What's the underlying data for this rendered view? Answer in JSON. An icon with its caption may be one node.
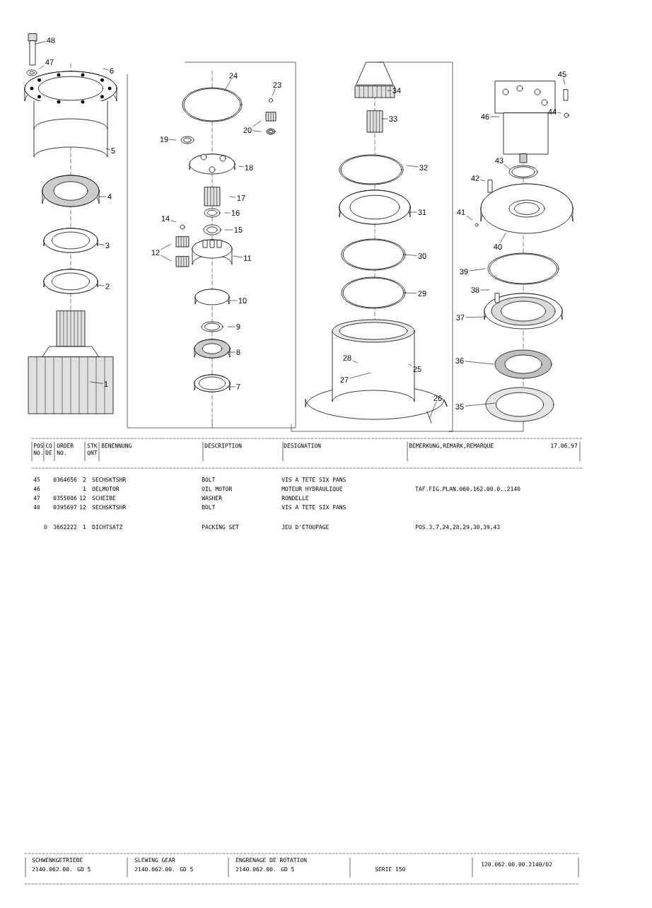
{
  "diagram": {
    "nodes": [
      {
        "text": [
          "48"
        ]
      },
      {
        "text": [
          "47"
        ]
      },
      {
        "text": [
          "6"
        ]
      },
      {
        "text": [
          "5"
        ]
      },
      {
        "text": [
          "4"
        ]
      },
      {
        "text": [
          "3"
        ]
      },
      {
        "text": [
          "2"
        ]
      },
      {
        "text": [
          "1"
        ]
      },
      {
        "text": [
          "24"
        ]
      },
      {
        "text": [
          "23"
        ]
      },
      {
        "text": [
          "20"
        ]
      },
      {
        "text": [
          "19"
        ]
      },
      {
        "text": [
          "18"
        ]
      },
      {
        "text": [
          "17"
        ]
      },
      {
        "text": [
          "16"
        ]
      },
      {
        "text": [
          "15"
        ]
      },
      {
        "text": [
          "14"
        ]
      },
      {
        "text": [
          "12"
        ]
      },
      {
        "text": [
          "11"
        ]
      },
      {
        "text": [
          "10"
        ]
      },
      {
        "text": [
          "9"
        ]
      },
      {
        "text": [
          "8"
        ]
      },
      {
        "text": [
          "7"
        ]
      },
      {
        "text": [
          "34"
        ]
      },
      {
        "text": [
          "33"
        ]
      },
      {
        "text": [
          "32"
        ]
      },
      {
        "text": [
          "31"
        ]
      },
      {
        "text": [
          "30"
        ]
      },
      {
        "text": [
          "29"
        ]
      },
      {
        "text": [
          "28"
        ]
      },
      {
        "text": [
          "27"
        ]
      },
      {
        "text": [
          "25"
        ]
      },
      {
        "text": [
          "26"
        ]
      },
      {
        "text": [
          "46"
        ]
      },
      {
        "text": [
          "45"
        ]
      },
      {
        "text": [
          "44"
        ]
      },
      {
        "text": [
          "43"
        ]
      },
      {
        "text": [
          "42"
        ]
      },
      {
        "text": [
          "41"
        ]
      },
      {
        "text": [
          "40"
        ]
      },
      {
        "text": [
          "39"
        ]
      },
      {
        "text": [
          "38"
        ]
      },
      {
        "text": [
          "37"
        ]
      },
      {
        "text": [
          "36"
        ]
      },
      {
        "text": [
          "35"
        ]
      }
    ],
    "edges": [
      {
        "from": 0,
        "to": null,
        "arrow": "none"
      },
      {
        "from": 1,
        "to": null,
        "arrow": "none"
      },
      {
        "from": 2,
        "to": null,
        "arrow": "none"
      },
      {
        "from": 3,
        "to": null,
        "arrow": "none"
      },
      {
        "from": 4,
        "to": null,
        "arrow": "none"
      },
      {
        "from": 5,
        "to": null,
        "arrow": "none"
      },
      {
        "from": 6,
        "to": null,
        "arrow": "none"
      },
      {
        "from": 7,
        "to": null,
        "arrow": "none"
      },
      {
        "from": 8,
        "to": null,
        "arrow": "none"
      },
      {
        "from": 9,
        "to": null,
        "arrow": "none"
      },
      {
        "from": 10,
        "to": null,
        "arrow": "none"
      },
      {
        "from": 10,
        "to": null,
        "arrow": "none"
      },
      {
        "from": 11,
        "to": null,
        "arrow": "none"
      },
      {
        "from": 12,
        "to": null,
        "arrow": "none"
      },
      {
        "from": 13,
        "to": null,
        "arrow": "none"
      },
      {
        "from": 14,
        "to": null,
        "arrow": "none"
      },
      {
        "from": 15,
        "to": null,
        "arrow": "none"
      },
      {
        "from": 16,
        "to": null,
        "arrow": "none"
      },
      {
        "from": 17,
        "to": null,
        "arrow": "none"
      },
      {
        "from": 17,
        "to": null,
        "arrow": "none"
      },
      {
        "from": 18,
        "to": null,
        "arrow": "none"
      },
      {
        "from": 19,
        "to": null,
        "arrow": "none"
      },
      {
        "from": 20,
        "to": null,
        "arrow": "none"
      },
      {
        "from": 21,
        "to": null,
        "arrow": "none"
      },
      {
        "from": 22,
        "to": null,
        "arrow": "none"
      },
      {
        "from": 23,
        "to": null,
        "arrow": "none"
      },
      {
        "from": 24,
        "to": null,
        "arrow": "none"
      },
      {
        "from": 25,
        "to": null,
        "arrow": "none"
      },
      {
        "from": 26,
        "to": null,
        "arrow": "none"
      },
      {
        "from": 27,
        "to": null,
        "arrow": "none"
      },
      {
        "from": 28,
        "to": null,
        "arrow": "none"
      },
      {
        "from": 29,
        "to": null,
        "arrow": "none"
      },
      {
        "from": 30,
        "to": null,
        "arrow": "none"
      },
      {
        "from": 31,
        "to": null,
        "arrow": "none"
      },
      {
        "from": 32,
        "to": null,
        "arrow": "none"
      },
      {
        "from": 33,
        "to": null,
        "arrow": "none"
      },
      {
        "from": 34,
        "to": null,
        "arrow": "none"
      },
      {
        "from": 35,
        "to": null,
        "arrow": "none"
      },
      {
        "from": 36,
        "to": null,
        "arrow": "none"
      },
      {
        "from": 37,
        "to": null,
        "arrow": "none"
      },
      {
        "from": 38,
        "to": null,
        "arrow": "none"
      },
      {
        "from": 39,
        "to": null,
        "arrow": "none"
      },
      {
        "from": 40,
        "to": null,
        "arrow": "none"
      },
      {
        "from": 41,
        "to": null,
        "arrow": "none"
      },
      {
        "from": 42,
        "to": null,
        "arrow": "none"
      },
      {
        "from": 43,
        "to": null,
        "arrow": "none"
      },
      {
        "from": 44,
        "to": null,
        "arrow": "none"
      }
    ],
    "labels": [
      "POS NO.",
      "CO DE",
      "ORDER NO.",
      "STK QNT",
      "BENENNUNG",
      "DESCRIPTION",
      "DESIGNATION",
      "BEMERKUNG,REMARK,REMARQUE",
      "17.06.97",
      "45",
      "0364656",
      "2",
      "SECHSKTSHR",
      "BOLT",
      "VIS A TETE SIX PANS",
      "46",
      "1",
      "OELMOTOR",
      "OIL MOTOR",
      "MOTEUR HYDRAULIQUE",
      "TAF.FIG.PLAN.060.162.00.0..2140",
      "47",
      "0355086",
      "12",
      "SCHEIBE",
      "WASHER",
      "RONDELLE",
      "48",
      "0395697",
      "12",
      "SECHSKTSHR",
      "BOLT",
      "VIS A TETE SIX PANS",
      "D",
      "3662222",
      "1",
      "DICHTSATZ",
      "PACKING SET",
      "JEU D'ETOUPAGE",
      "POS.3,7,24,28,29,30,39,43",
      "SCHWENKGETRIEBE",
      "2140.062.00. GD 5",
      "SLEWING GEAR",
      "2140.062.00. GD 5",
      "ENGRENAGE DE ROTATION",
      "2140.062.00. GD 5",
      "SERIE 150",
      "120.062.00.00.2140/02"
    ]
  }
}
